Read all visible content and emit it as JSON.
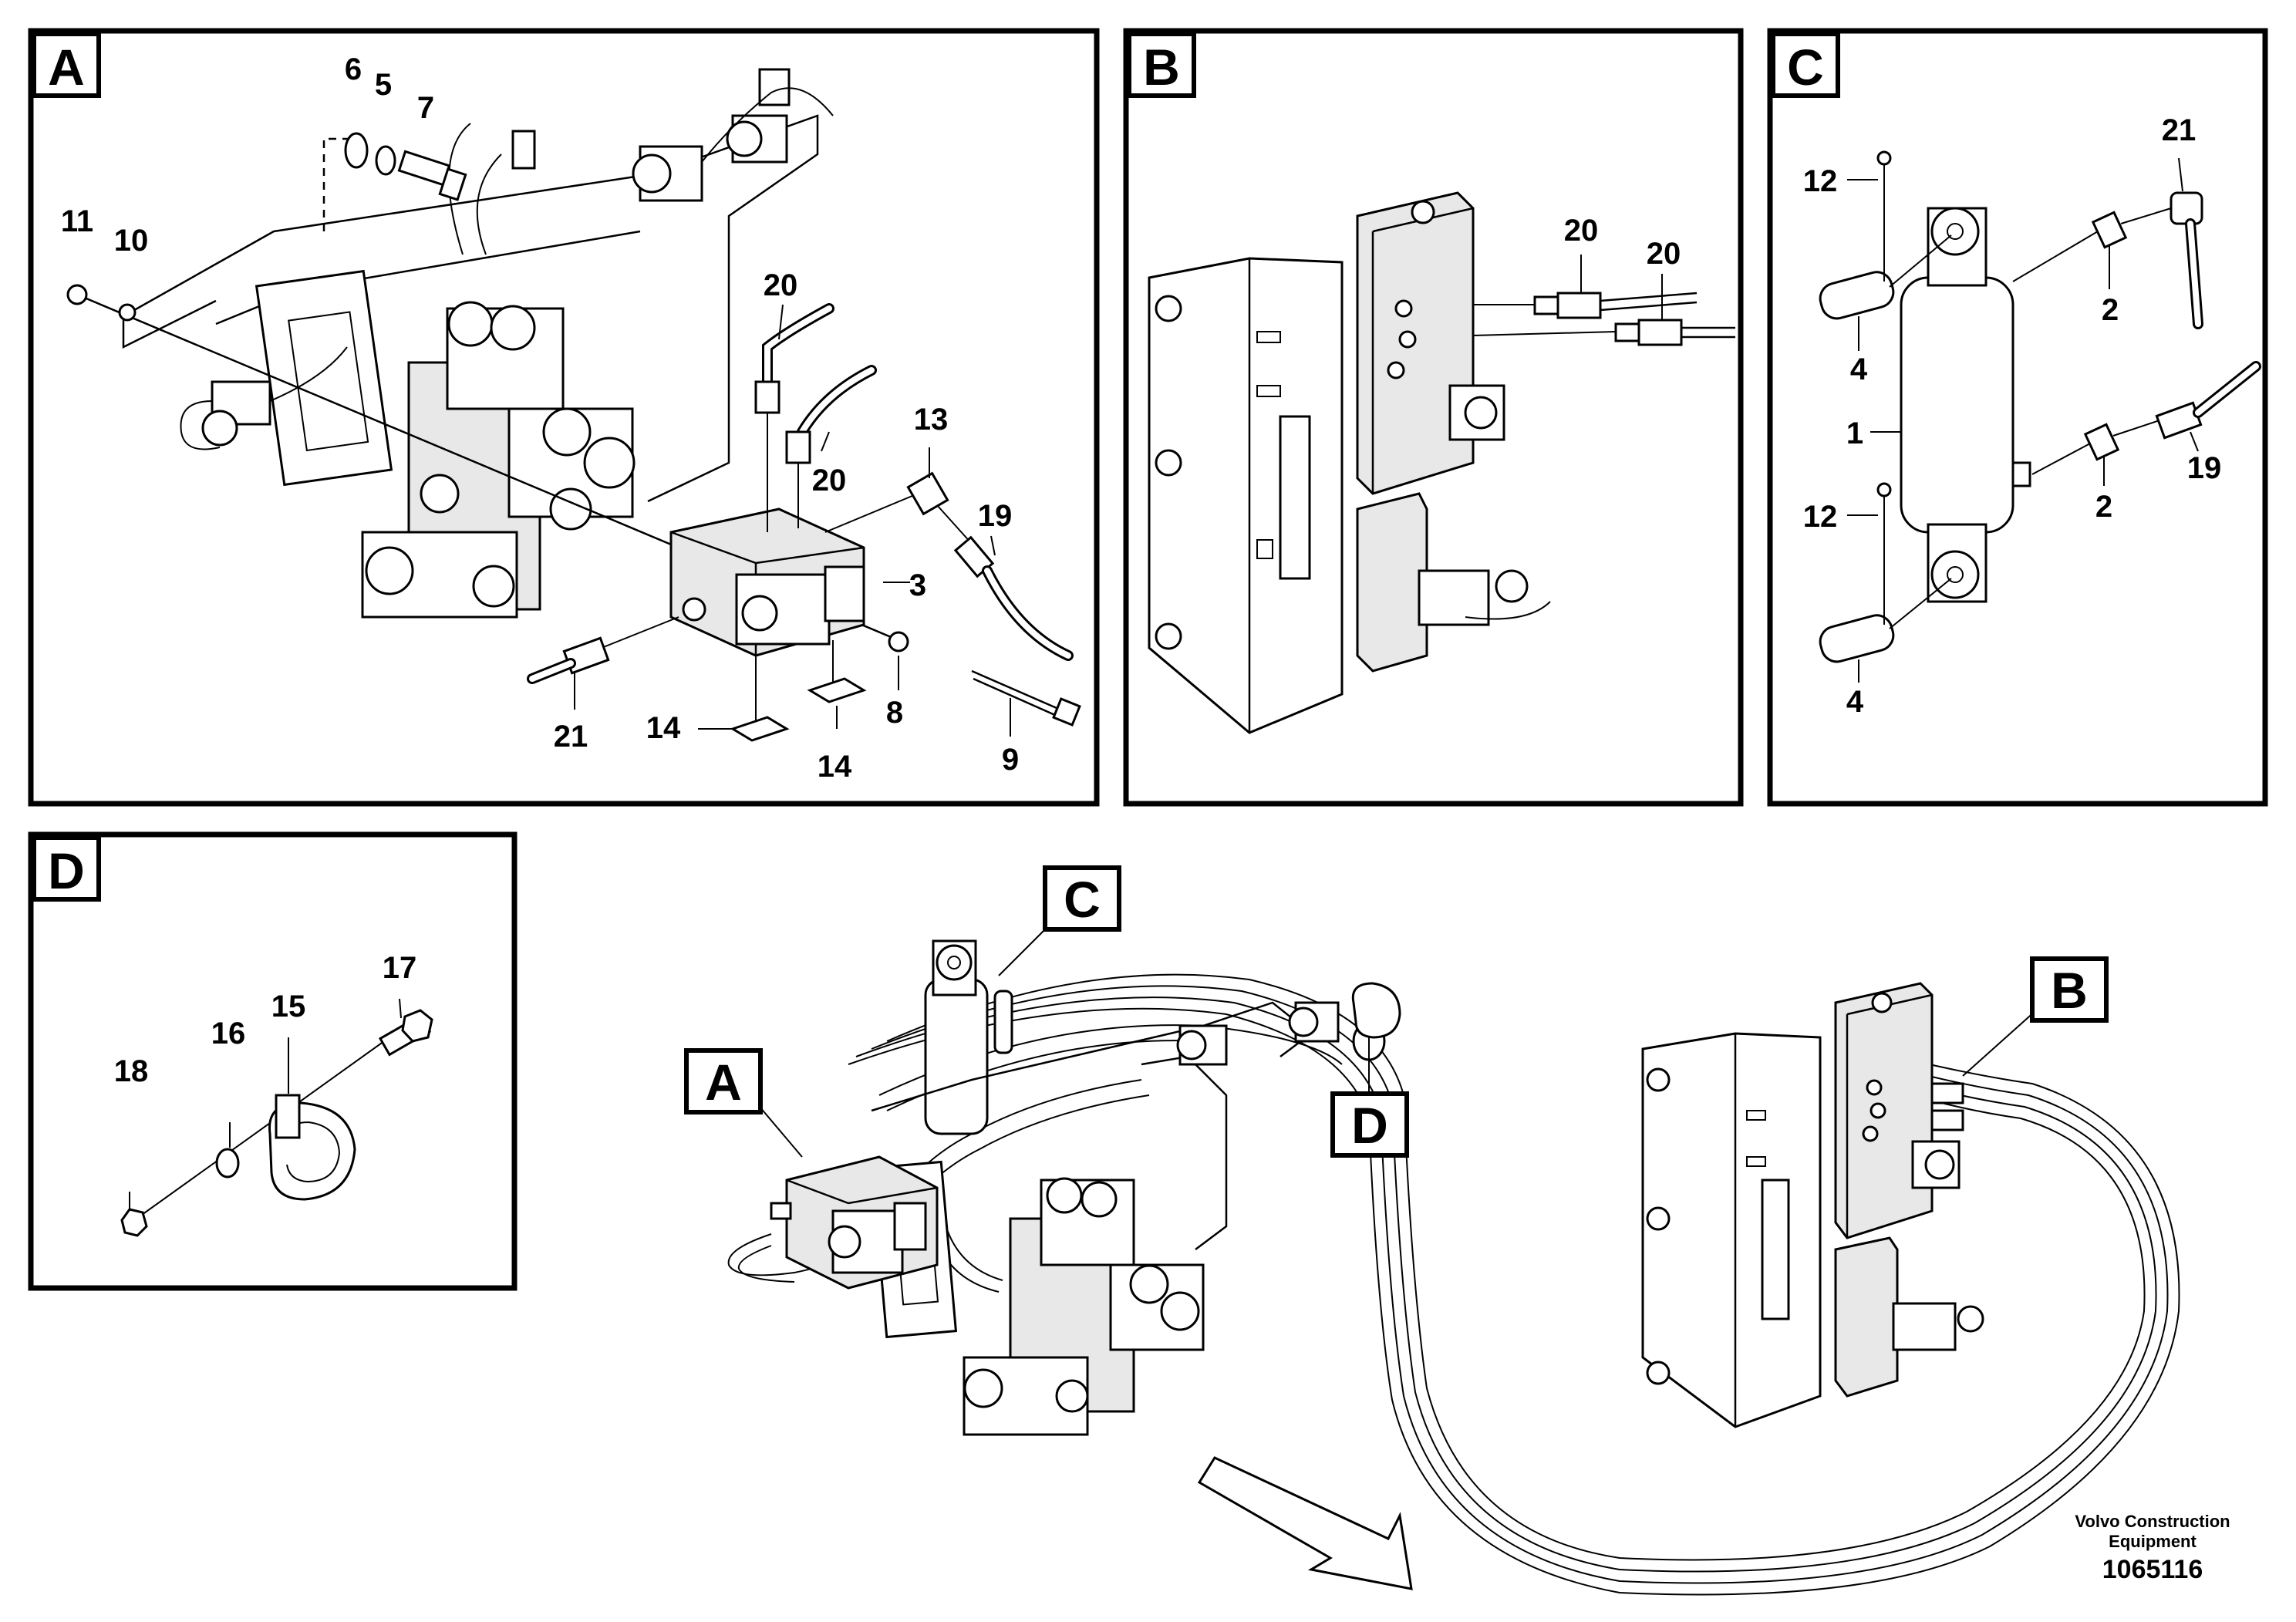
{
  "panels": {
    "A": {
      "tag": "A",
      "callouts": {
        "c6": "6",
        "c5": "5",
        "c7": "7",
        "c11": "11",
        "c10": "10",
        "c20a": "20",
        "c20b": "20",
        "c13": "13",
        "c19": "19",
        "c3": "3",
        "c21": "21",
        "c14a": "14",
        "c14b": "14",
        "c8": "8",
        "c9": "9"
      }
    },
    "B": {
      "tag": "B",
      "callouts": {
        "c20a": "20",
        "c20b": "20"
      }
    },
    "C": {
      "tag": "C",
      "callouts": {
        "c12a": "12",
        "c21": "21",
        "c2a": "2",
        "c4a": "4",
        "c1": "1",
        "c19": "19",
        "c12b": "12",
        "c2b": "2",
        "c4b": "4"
      }
    },
    "D": {
      "tag": "D",
      "callouts": {
        "c17": "17",
        "c15": "15",
        "c16": "16",
        "c18": "18"
      }
    },
    "overview": {
      "tagA": "A",
      "tagB": "B",
      "tagC": "C",
      "tagD": "D"
    }
  },
  "footer": {
    "manufacturer_line1": "Volvo Construction",
    "manufacturer_line2": "Equipment",
    "document_number": "1065116"
  }
}
